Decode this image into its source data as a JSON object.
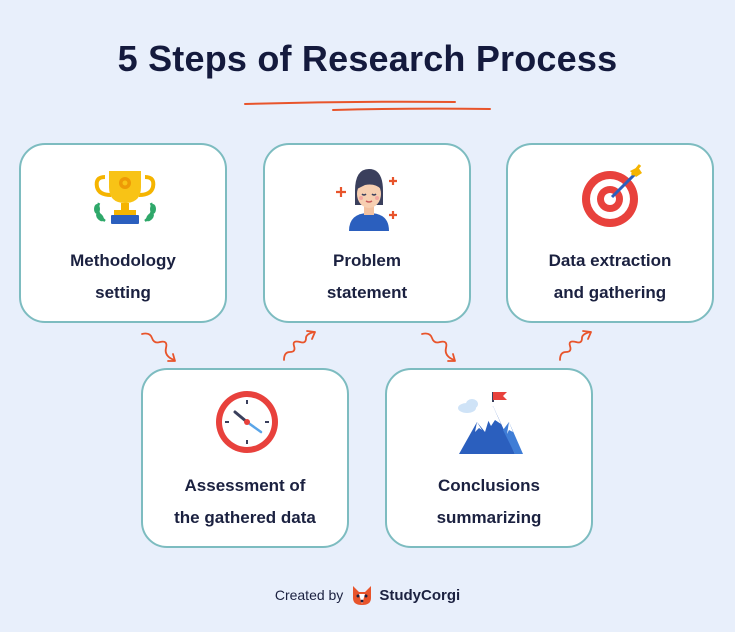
{
  "title": "5 Steps of Research Process",
  "steps": [
    {
      "label_line1": "Methodology",
      "label_line2": "setting",
      "icon": "trophy-icon"
    },
    {
      "label_line1": "Problem",
      "label_line2": "statement",
      "icon": "thinking-person-icon"
    },
    {
      "label_line1": "Data extraction",
      "label_line2": "and gathering",
      "icon": "target-icon"
    },
    {
      "label_line1": "Assessment of",
      "label_line2": "the gathered data",
      "icon": "clock-icon"
    },
    {
      "label_line1": "Conclusions",
      "label_line2": "summarizing",
      "icon": "mountain-flag-icon"
    }
  ],
  "footer": {
    "created_by": "Created by",
    "brand": "StudyCorgi"
  },
  "colors": {
    "background": "#e8effb",
    "card_border": "#7dbcc0",
    "title": "#141a3d",
    "accent": "#e8542b"
  }
}
